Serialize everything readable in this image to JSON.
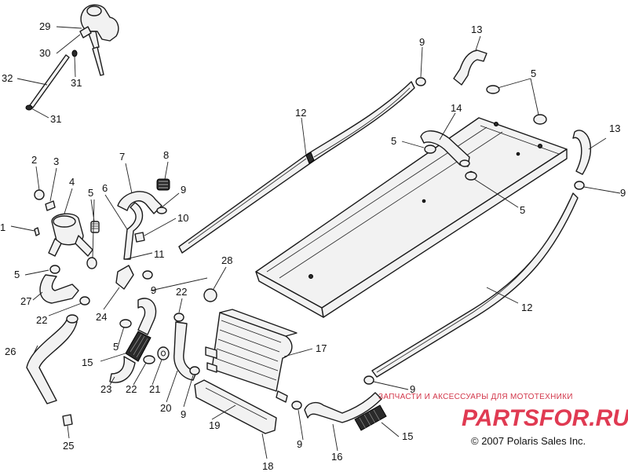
{
  "callouts": [
    {
      "id": "c29",
      "text": "29"
    },
    {
      "id": "c30",
      "text": "30"
    },
    {
      "id": "c31a",
      "text": "31"
    },
    {
      "id": "c32",
      "text": "32"
    },
    {
      "id": "c31b",
      "text": "31"
    },
    {
      "id": "c2",
      "text": "2"
    },
    {
      "id": "c3",
      "text": "3"
    },
    {
      "id": "c4",
      "text": "4"
    },
    {
      "id": "c1",
      "text": "1"
    },
    {
      "id": "c5a",
      "text": "5"
    },
    {
      "id": "c6",
      "text": "6"
    },
    {
      "id": "c7",
      "text": "7"
    },
    {
      "id": "c8",
      "text": "8"
    },
    {
      "id": "c9a",
      "text": "9"
    },
    {
      "id": "c10",
      "text": "10"
    },
    {
      "id": "c11",
      "text": "11"
    },
    {
      "id": "c5b",
      "text": "5"
    },
    {
      "id": "c27",
      "text": "27"
    },
    {
      "id": "c22a",
      "text": "22"
    },
    {
      "id": "c24",
      "text": "24"
    },
    {
      "id": "c9b",
      "text": "9"
    },
    {
      "id": "c28",
      "text": "28"
    },
    {
      "id": "c22b",
      "text": "22"
    },
    {
      "id": "c26",
      "text": "26"
    },
    {
      "id": "c5c",
      "text": "5"
    },
    {
      "id": "c15a",
      "text": "15"
    },
    {
      "id": "c23",
      "text": "23"
    },
    {
      "id": "c22c",
      "text": "22"
    },
    {
      "id": "c21",
      "text": "21"
    },
    {
      "id": "c20",
      "text": "20"
    },
    {
      "id": "c9c",
      "text": "9"
    },
    {
      "id": "c25",
      "text": "25"
    },
    {
      "id": "c19",
      "text": "19"
    },
    {
      "id": "c18",
      "text": "18"
    },
    {
      "id": "c17",
      "text": "17"
    },
    {
      "id": "c12a",
      "text": "12"
    },
    {
      "id": "c9d",
      "text": "9"
    },
    {
      "id": "c13a",
      "text": "13"
    },
    {
      "id": "c5d",
      "text": "5"
    },
    {
      "id": "c14",
      "text": "14"
    },
    {
      "id": "c5e",
      "text": "5"
    },
    {
      "id": "c5f",
      "text": "5"
    },
    {
      "id": "c13b",
      "text": "13"
    },
    {
      "id": "c9e",
      "text": "9"
    },
    {
      "id": "c12b",
      "text": "12"
    },
    {
      "id": "c9f",
      "text": "9"
    },
    {
      "id": "c9g",
      "text": "9"
    },
    {
      "id": "c16",
      "text": "16"
    },
    {
      "id": "c15b",
      "text": "15"
    }
  ],
  "watermark": {
    "tagline": "ЗАПЧАСТИ И АКСЕССУАРЫ ДЛЯ МОТОТЕХНИКИ",
    "brand": "PARTSFOR.RU"
  },
  "copyright": "© 2007 Polaris Sales Inc.",
  "colors": {
    "line": "#1a1a1a",
    "watermark": "#e03a52"
  }
}
